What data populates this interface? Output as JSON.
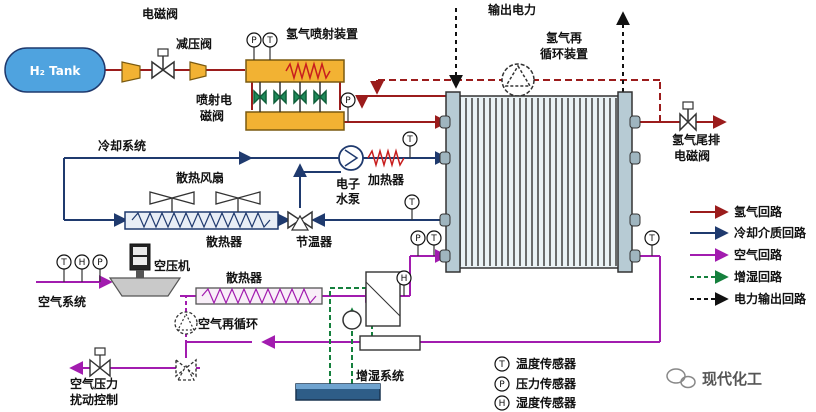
{
  "colors": {
    "hydrogen": "#9b1c1c",
    "coolant": "#1f3a6e",
    "air": "#a21caf",
    "humid": "#15803d",
    "power": "#111111",
    "tank": "#4fa3df",
    "valve": "#f2b233",
    "stack": "#d9e6ec"
  },
  "labels": {
    "tank": "H₂ Tank",
    "solenoid_valve": "电磁阀",
    "pressure_reducer": "减压阀",
    "h2_injector": "氢气喷射装置",
    "injector_valve_1": "喷射电",
    "injector_valve_2": "磁阀",
    "power_output": "输出电力",
    "h2_recirc_1": "氢气再",
    "h2_recirc_2": "循环装置",
    "h2_exhaust_1": "氢气尾排",
    "h2_exhaust_2": "电磁阀",
    "cooling_system": "冷却系统",
    "pump_1": "电子",
    "pump_2": "水泵",
    "heater": "加热器",
    "fan": "散热风扇",
    "radiator": "散热器",
    "thermostat": "节温器",
    "compressor": "空压机",
    "air_system": "空气系统",
    "air_radiator": "散热器",
    "air_recirc": "空气再循环",
    "air_pressure_1": "空气压力",
    "air_pressure_2": "扰动控制",
    "humidifier": "增湿系统",
    "watermark": "现代化工"
  },
  "sensor_letters": {
    "T": "T",
    "P": "P",
    "H": "H"
  },
  "legend": [
    {
      "label": "氢气回路",
      "style": "hydrogen"
    },
    {
      "label": "冷却介质回路",
      "style": "coolant"
    },
    {
      "label": "空气回路",
      "style": "air"
    },
    {
      "label": "增湿回路",
      "style": "humid"
    },
    {
      "label": "电力输出回路",
      "style": "power"
    }
  ],
  "sensor_legend": [
    {
      "letter": "T",
      "label": "温度传感器"
    },
    {
      "letter": "P",
      "label": "压力传感器"
    },
    {
      "letter": "H",
      "label": "湿度传感器"
    }
  ]
}
